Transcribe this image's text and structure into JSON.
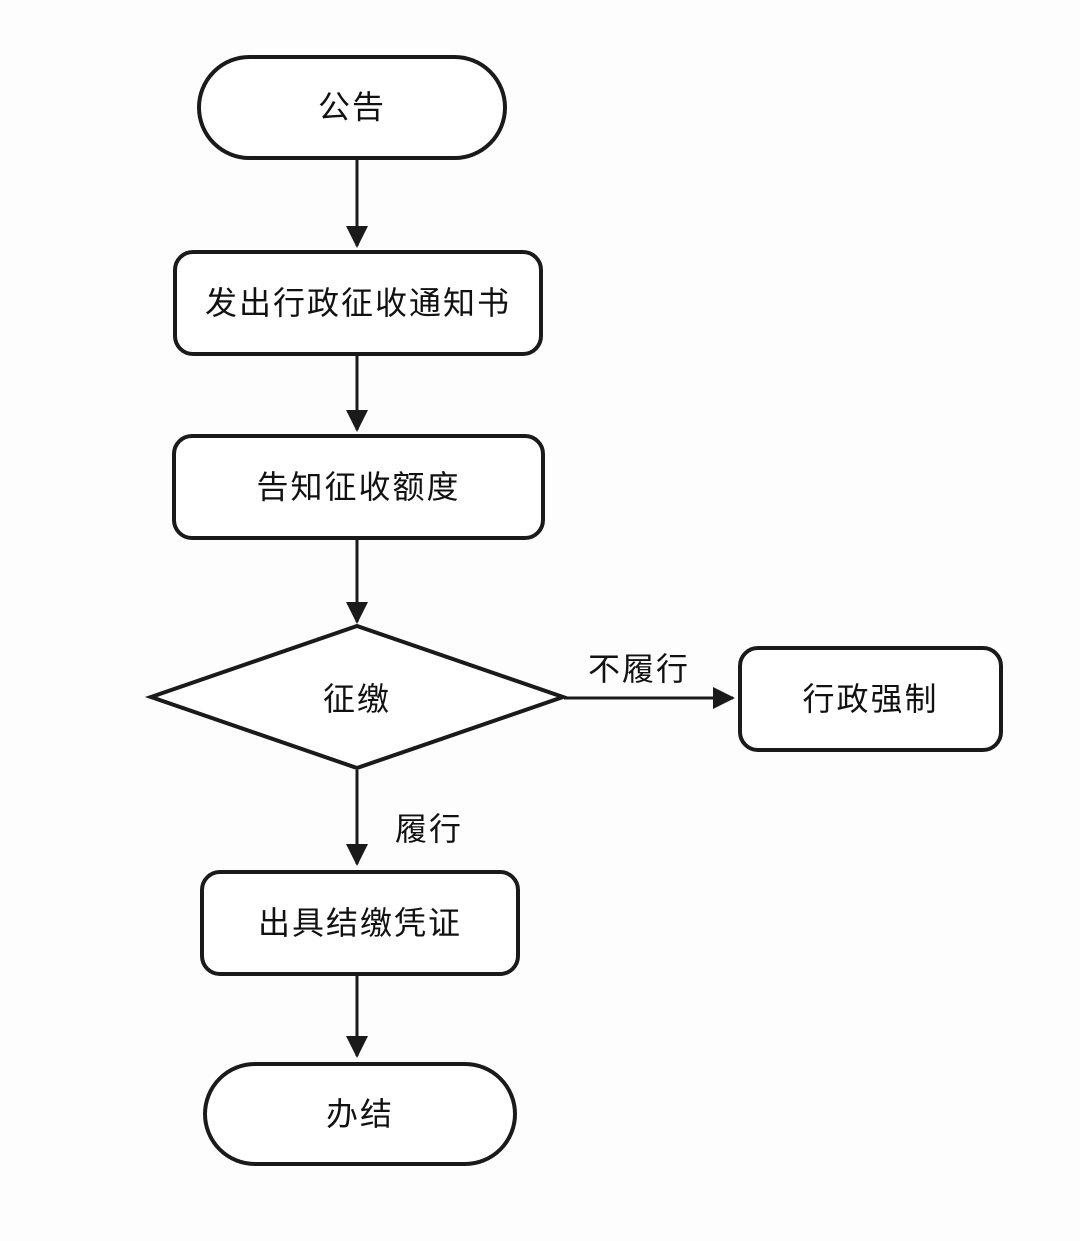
{
  "flowchart": {
    "nodes": [
      {
        "id": "announcement",
        "label": "公告",
        "shape": "stadium"
      },
      {
        "id": "issue-levy-notice",
        "label": "发出行政征收通知书",
        "shape": "rounded-rect"
      },
      {
        "id": "inform-levy-quota",
        "label": "告知征收额度",
        "shape": "rounded-rect"
      },
      {
        "id": "collection-decision",
        "label": "征缴",
        "shape": "diamond"
      },
      {
        "id": "administrative-enforcement",
        "label": "行政强制",
        "shape": "rounded-rect"
      },
      {
        "id": "issue-payment-voucher",
        "label": "出具结缴凭证",
        "shape": "rounded-rect"
      },
      {
        "id": "complete",
        "label": "办结",
        "shape": "stadium"
      }
    ],
    "edges": [
      {
        "from": "announcement",
        "to": "issue-levy-notice",
        "label": ""
      },
      {
        "from": "issue-levy-notice",
        "to": "inform-levy-quota",
        "label": ""
      },
      {
        "from": "inform-levy-quota",
        "to": "collection-decision",
        "label": ""
      },
      {
        "from": "collection-decision",
        "to": "administrative-enforcement",
        "label": "不履行"
      },
      {
        "from": "collection-decision",
        "to": "issue-payment-voucher",
        "label": "履行"
      },
      {
        "from": "issue-payment-voucher",
        "to": "complete",
        "label": ""
      }
    ],
    "colors": {
      "stroke": "#1a1a1a",
      "fill": "#ffffff",
      "background": "#fdfdfd",
      "text": "#111111"
    }
  }
}
